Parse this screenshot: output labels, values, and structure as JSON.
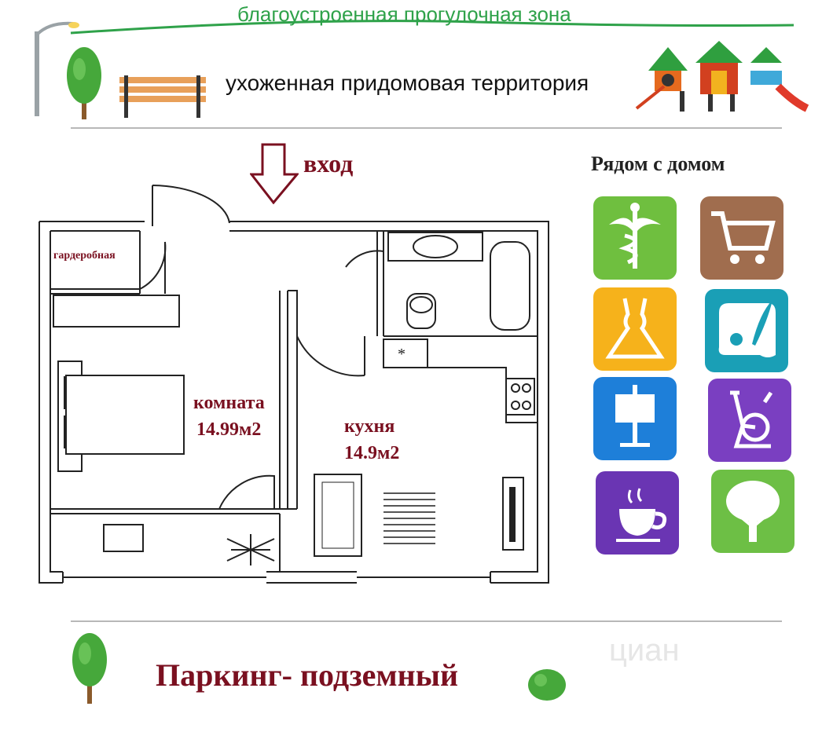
{
  "top": {
    "walk_zone": "благоустроенная прогулочная зона",
    "yard": "ухоженная придомовая территория"
  },
  "entrance": {
    "label": "вход"
  },
  "nearby": {
    "title": "Рядом с домом",
    "icons": [
      {
        "name": "medical-icon",
        "color": "#6fbf3f"
      },
      {
        "name": "shopping-cart-icon",
        "color": "#a06d4e"
      },
      {
        "name": "dress-icon",
        "color": "#f6b21b"
      },
      {
        "name": "scroll-quill-icon",
        "color": "#1a9fb6"
      },
      {
        "name": "easel-icon",
        "color": "#1e7fd9"
      },
      {
        "name": "exercise-bike-icon",
        "color": "#7a3fc1"
      },
      {
        "name": "coffee-cup-icon",
        "color": "#6a35b3"
      },
      {
        "name": "tree-icon",
        "color": "#6dbf45"
      }
    ]
  },
  "plan": {
    "wardrobe": "гардеробная",
    "room_label": "комната",
    "room_area": "14.99м2",
    "kitchen_label": "кухня",
    "kitchen_area": "14.9м2",
    "stove_mark": "*"
  },
  "bottom": {
    "parking": "Паркинг- подземный"
  },
  "watermark": "циан",
  "colors": {
    "green": "#2fa24a",
    "maroon": "#7a1020"
  }
}
